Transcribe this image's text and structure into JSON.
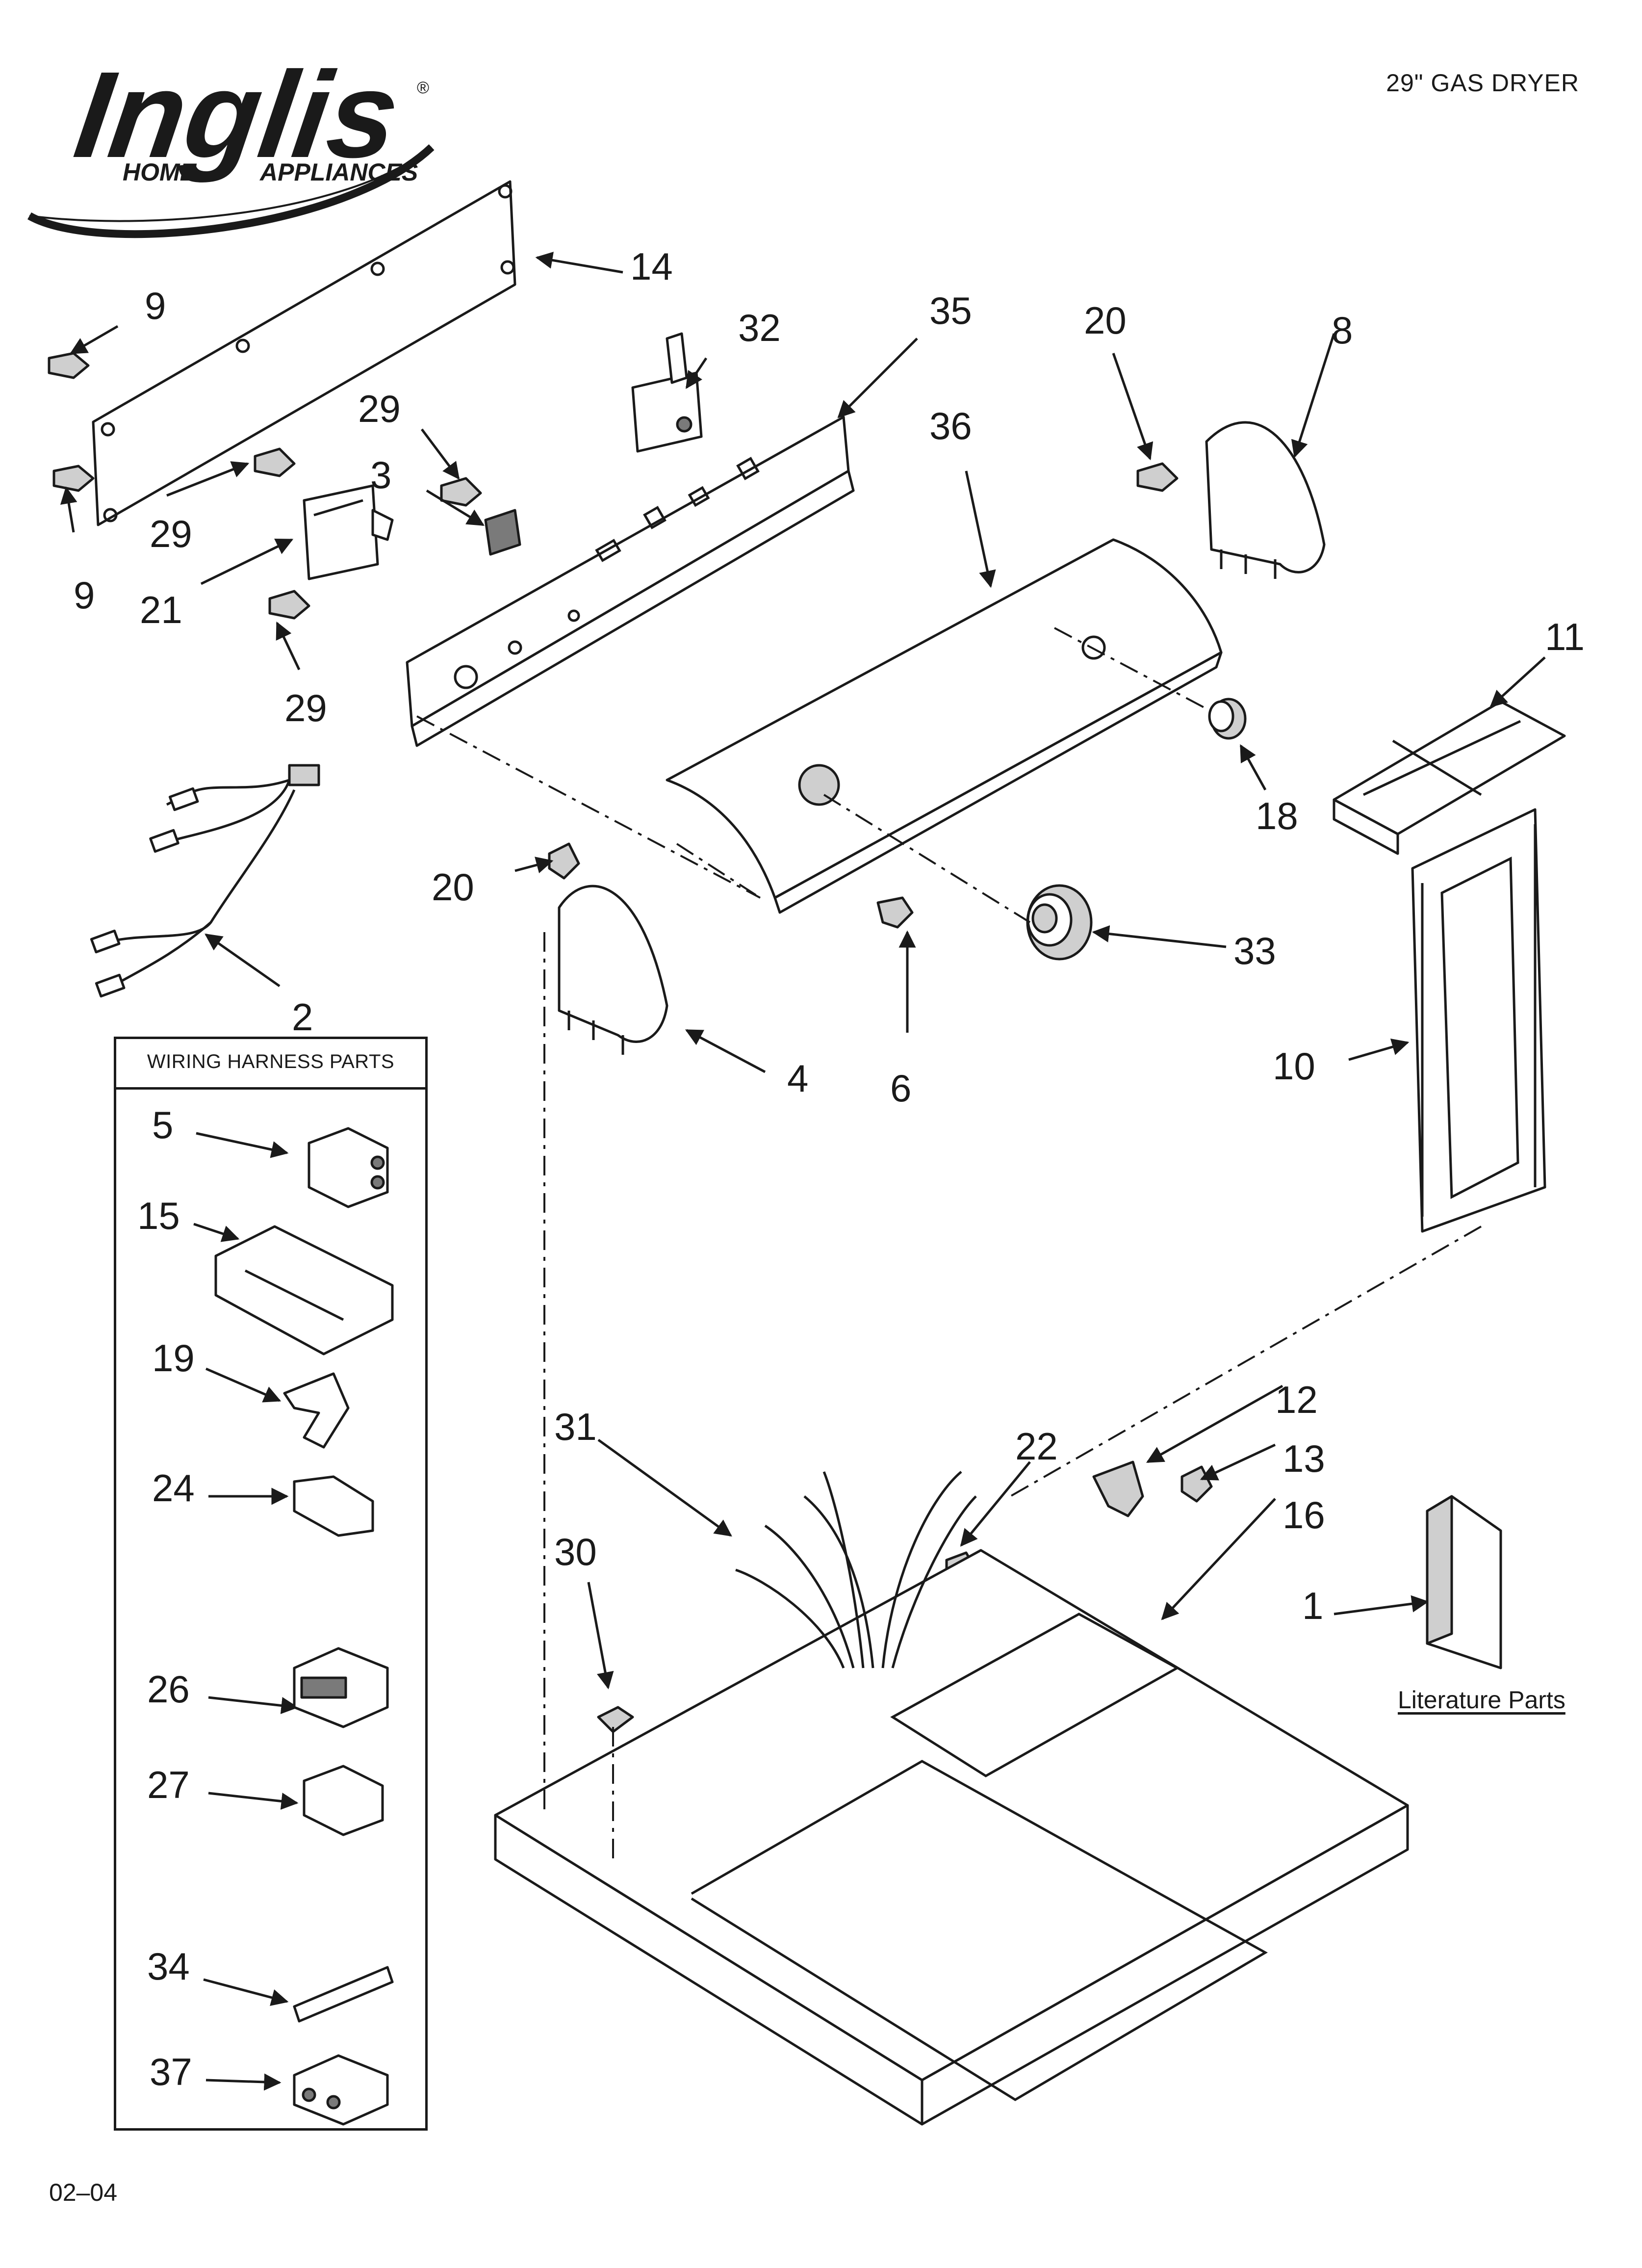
{
  "header": {
    "brand_name": "Inglis",
    "brand_tagline_left": "HOME",
    "brand_tagline_right": "APPLIANCES",
    "registered_mark": "®",
    "model_title": "29\" GAS DRYER"
  },
  "footer": {
    "date_code": "02–04"
  },
  "harness_box": {
    "title": "WIRING HARNESS PARTS",
    "items": [
      "5",
      "15",
      "19",
      "24",
      "26",
      "27",
      "34",
      "37"
    ]
  },
  "literature": {
    "label": "Literature Parts"
  },
  "callouts": {
    "c1": "1",
    "c2": "2",
    "c3": "3",
    "c4": "4",
    "c6": "6",
    "c8": "8",
    "c9a": "9",
    "c9b": "9",
    "c10": "10",
    "c11": "11",
    "c12": "12",
    "c13": "13",
    "c14": "14",
    "c16": "16",
    "c18": "18",
    "c20a": "20",
    "c20b": "20",
    "c21": "21",
    "c22": "22",
    "c29a": "29",
    "c29b": "29",
    "c29c": "29",
    "c30": "30",
    "c31": "31",
    "c32": "32",
    "c33": "33",
    "c35": "35",
    "c36": "36"
  },
  "colors": {
    "ink": "#1a1a1a",
    "paper": "#ffffff",
    "shade": "#cfcfcf"
  }
}
